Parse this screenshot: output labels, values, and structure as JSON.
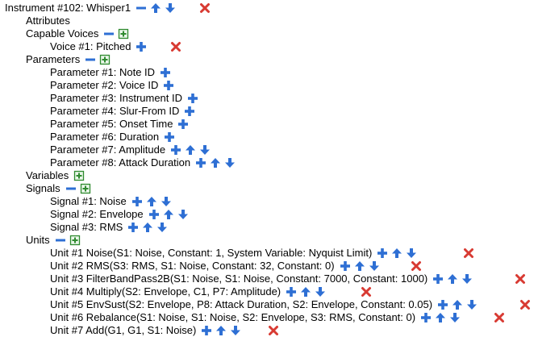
{
  "colors": {
    "blue": "#2e6fd4",
    "green_border": "#2f8a2f",
    "green_fill": "#e9f6e9",
    "red": "#d83a32"
  },
  "tree": [
    {
      "label": "Instrument #102: Whisper1",
      "indent": 0,
      "actions": [
        "minus-icon",
        "arrow-up-icon",
        "arrow-down-icon"
      ],
      "remove": 254
    },
    {
      "label": "Attributes",
      "indent": 1,
      "actions": []
    },
    {
      "label": "Capable Voices",
      "indent": 1,
      "actions": [
        "minus-icon",
        "add-box-icon"
      ]
    },
    {
      "label": "Voice #1: Pitched",
      "indent": 2,
      "actions": [
        "plus-icon"
      ],
      "remove": 218
    },
    {
      "label": "Parameters",
      "indent": 1,
      "actions": [
        "minus-icon",
        "add-box-icon"
      ]
    },
    {
      "label": "Parameter #1: Note ID",
      "indent": 2,
      "actions": [
        "plus-icon"
      ]
    },
    {
      "label": "Parameter #2: Voice ID",
      "indent": 2,
      "actions": [
        "plus-icon"
      ]
    },
    {
      "label": "Parameter #3: Instrument ID",
      "indent": 2,
      "actions": [
        "plus-icon"
      ]
    },
    {
      "label": "Parameter #4: Slur-From ID",
      "indent": 2,
      "actions": [
        "plus-icon"
      ]
    },
    {
      "label": "Parameter #5: Onset Time",
      "indent": 2,
      "actions": [
        "plus-icon"
      ]
    },
    {
      "label": "Parameter #6: Duration",
      "indent": 2,
      "actions": [
        "plus-icon"
      ]
    },
    {
      "label": "Parameter #7: Amplitude",
      "indent": 2,
      "actions": [
        "plus-icon",
        "arrow-up-icon",
        "arrow-down-icon"
      ]
    },
    {
      "label": "Parameter #8: Attack Duration",
      "indent": 2,
      "actions": [
        "plus-icon",
        "arrow-up-icon",
        "arrow-down-icon"
      ]
    },
    {
      "label": "Variables",
      "indent": 1,
      "actions": [
        "add-box-icon"
      ]
    },
    {
      "label": "Signals",
      "indent": 1,
      "actions": [
        "minus-icon",
        "add-box-icon"
      ]
    },
    {
      "label": "Signal #1: Noise",
      "indent": 2,
      "actions": [
        "plus-icon",
        "arrow-up-icon",
        "arrow-down-icon"
      ]
    },
    {
      "label": "Signal #2: Envelope",
      "indent": 2,
      "actions": [
        "plus-icon",
        "arrow-up-icon",
        "arrow-down-icon"
      ]
    },
    {
      "label": "Signal #3: RMS",
      "indent": 2,
      "actions": [
        "plus-icon",
        "arrow-up-icon",
        "arrow-down-icon"
      ]
    },
    {
      "label": "Units",
      "indent": 1,
      "actions": [
        "minus-icon",
        "add-box-icon"
      ]
    },
    {
      "label": "Unit #1 Noise(S1: Noise, Constant: 1, System Variable: Nyquist Limit)",
      "indent": 2,
      "actions": [
        "plus-icon",
        "arrow-up-icon",
        "arrow-down-icon"
      ],
      "remove": 581
    },
    {
      "label": "Unit #2 RMS(S3: RMS, S1: Noise, Constant: 32, Constant: 0)",
      "indent": 2,
      "actions": [
        "plus-icon",
        "arrow-up-icon",
        "arrow-down-icon"
      ],
      "remove": 516
    },
    {
      "label": "Unit #3 FilterBandPass2B(S1: Noise, S1: Noise, Constant: 7000, Constant: 1000)",
      "indent": 2,
      "actions": [
        "plus-icon",
        "arrow-up-icon",
        "arrow-down-icon"
      ],
      "remove": 645
    },
    {
      "label": "Unit #4 Multiply(S2: Envelope, C1, P7: Amplitude)",
      "indent": 2,
      "actions": [
        "plus-icon",
        "arrow-up-icon",
        "arrow-down-icon"
      ],
      "remove": 454
    },
    {
      "label": "Unit #5 EnvSust(S2: Envelope, P8: Attack Duration, S2: Envelope, Constant: 0.05)",
      "indent": 2,
      "actions": [
        "plus-icon",
        "arrow-up-icon",
        "arrow-down-icon"
      ],
      "remove": 651
    },
    {
      "label": "Unit #6 Rebalance(S1: Noise, S1: Noise, S2: Envelope, S3: RMS, Constant: 0)",
      "indent": 2,
      "actions": [
        "plus-icon",
        "arrow-up-icon",
        "arrow-down-icon"
      ],
      "remove": 619
    },
    {
      "label": "Unit #7 Add(G1, G1, S1: Noise)",
      "indent": 2,
      "actions": [
        "plus-icon",
        "arrow-up-icon",
        "arrow-down-icon"
      ],
      "remove": 339
    }
  ]
}
